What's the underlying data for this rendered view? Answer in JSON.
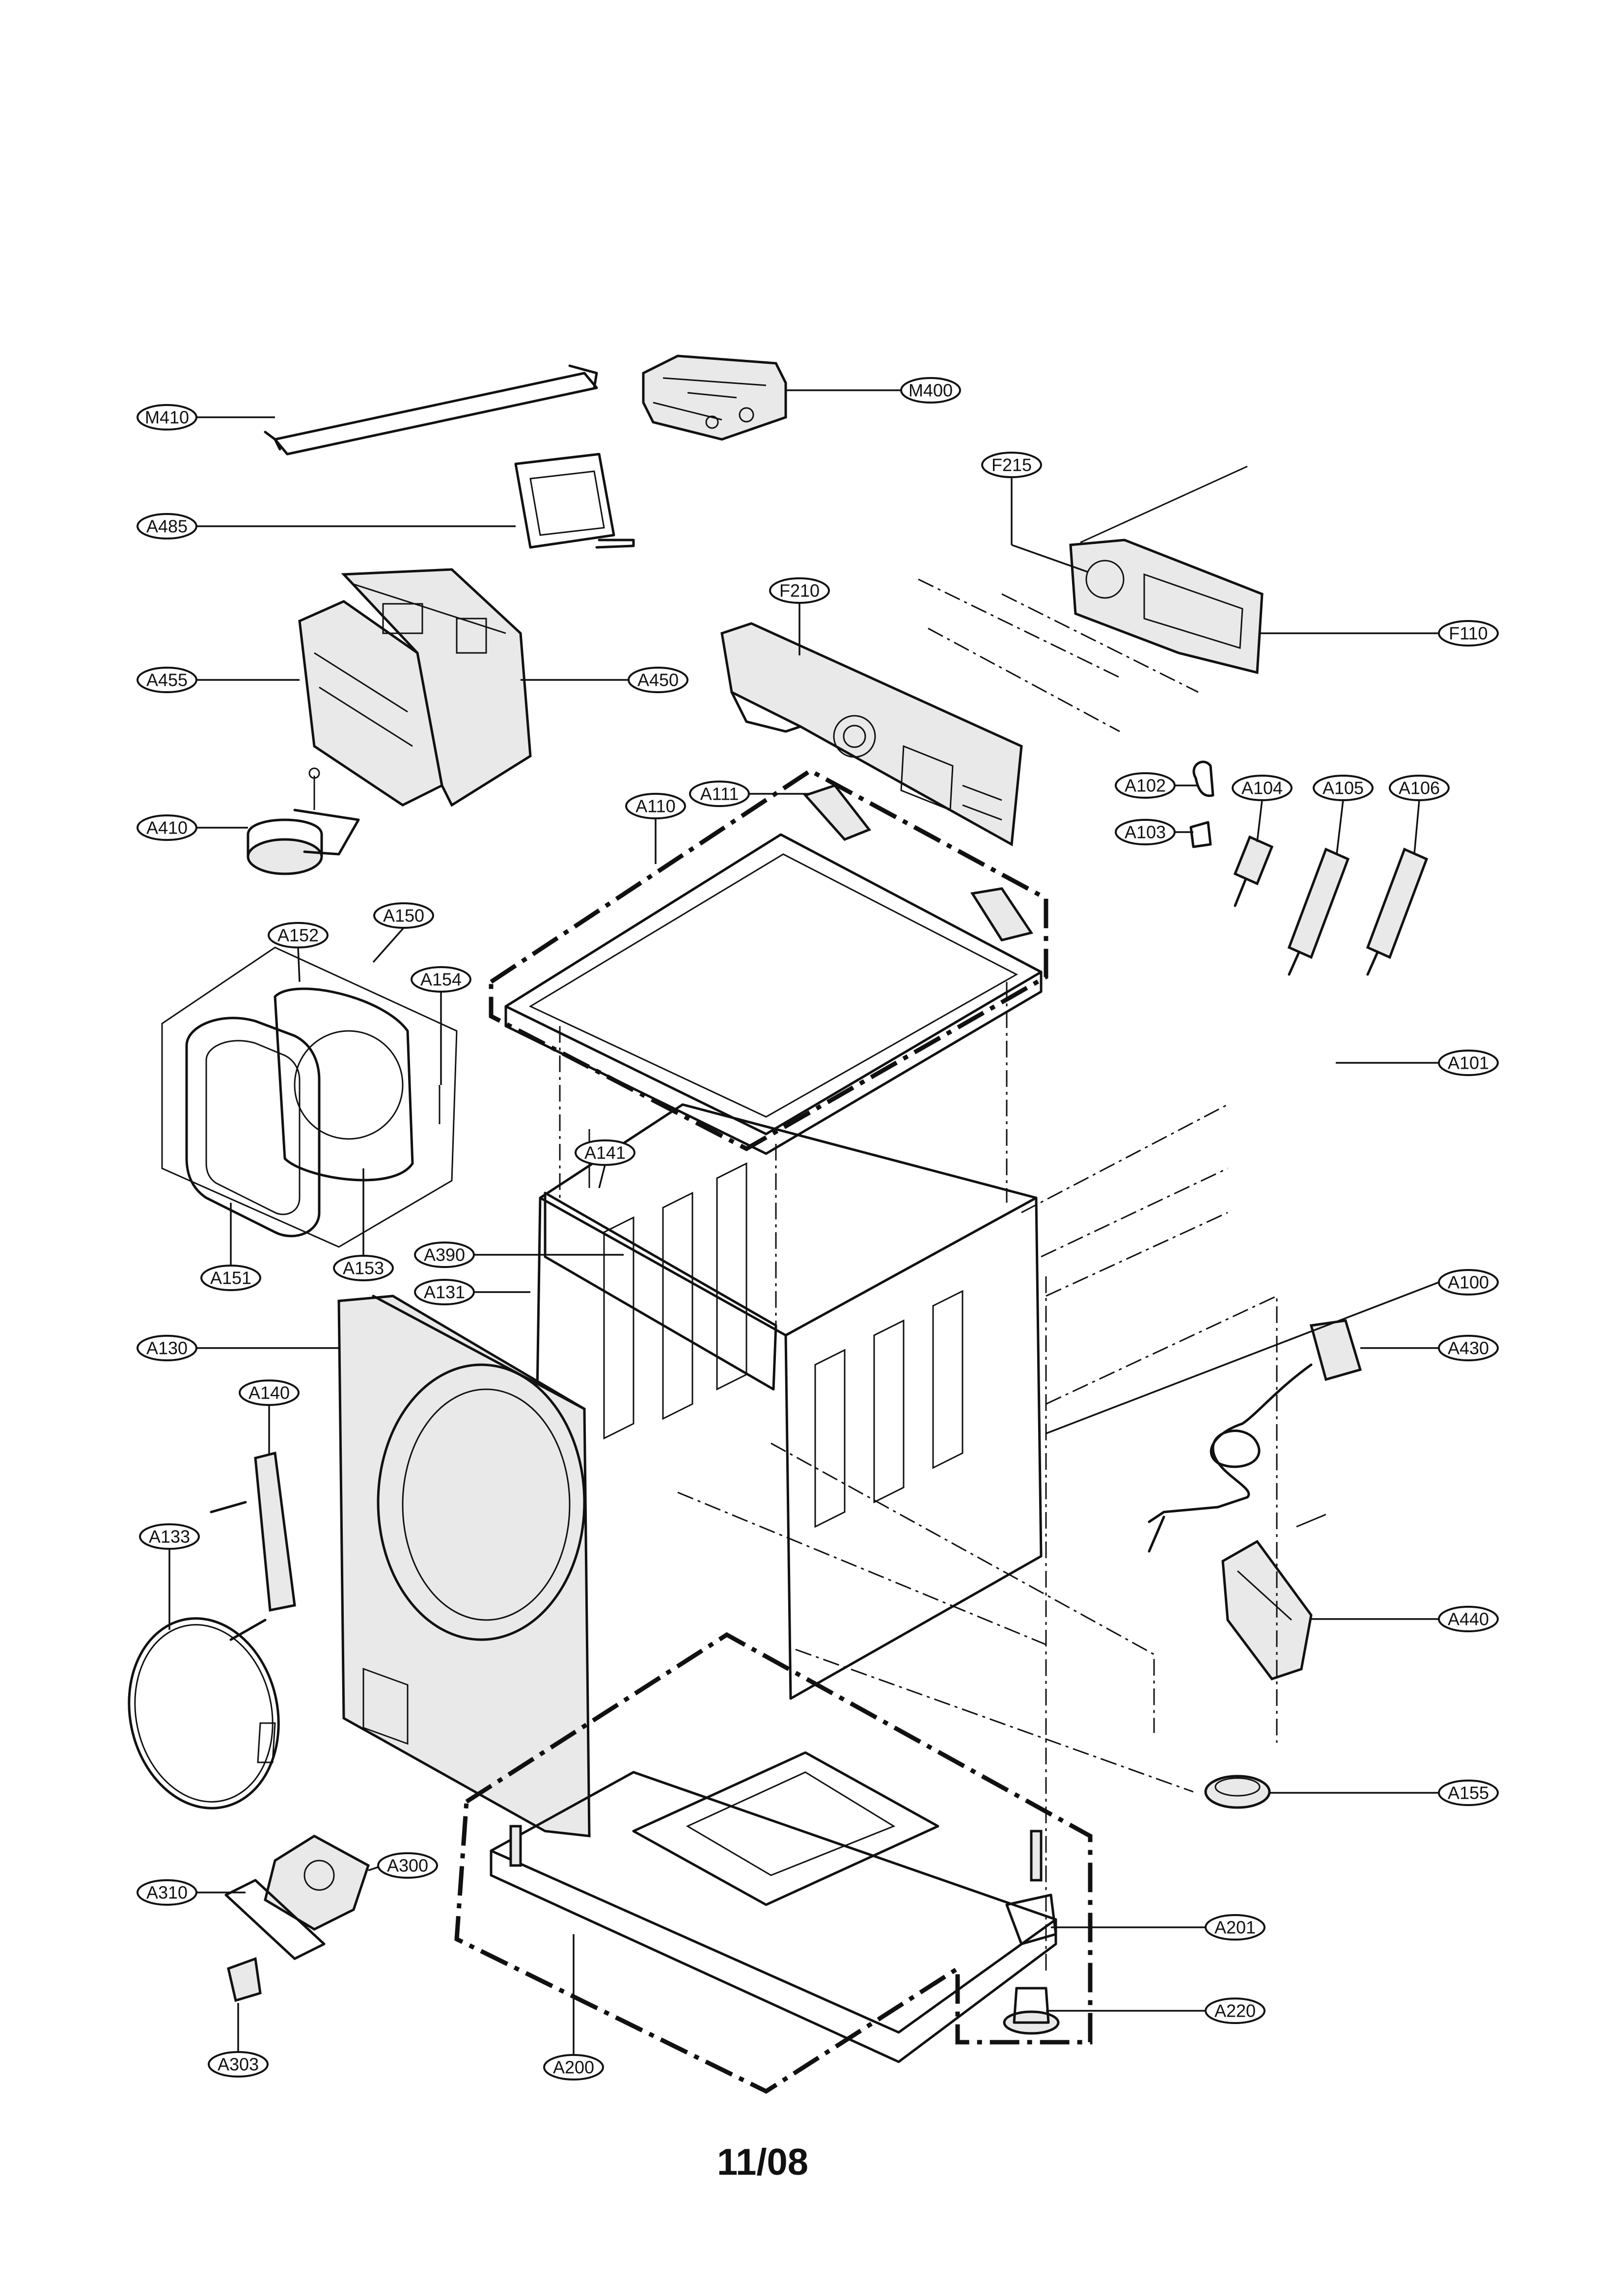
{
  "labels": {
    "M410": "M410",
    "M400": "M400",
    "A485": "A485",
    "F215": "F215",
    "A455": "A455",
    "A450": "A450",
    "F210": "F210",
    "F110": "F110",
    "A410": "A410",
    "A110": "A110",
    "A111": "A111",
    "A102": "A102",
    "A104": "A104",
    "A105": "A105",
    "A106": "A106",
    "A103": "A103",
    "A152": "A152",
    "A150": "A150",
    "A154": "A154",
    "A101": "A101",
    "A141": "A141",
    "A151": "A151",
    "A153": "A153",
    "A390": "A390",
    "A131": "A131",
    "A100": "A100",
    "A130": "A130",
    "A430": "A430",
    "A140": "A140",
    "A133": "A133",
    "A440": "A440",
    "A155": "A155",
    "A300": "A300",
    "A310": "A310",
    "A201": "A201",
    "A220": "A220",
    "A303": "A303",
    "A200": "A200"
  },
  "footer": {
    "date_code": "11/08"
  }
}
